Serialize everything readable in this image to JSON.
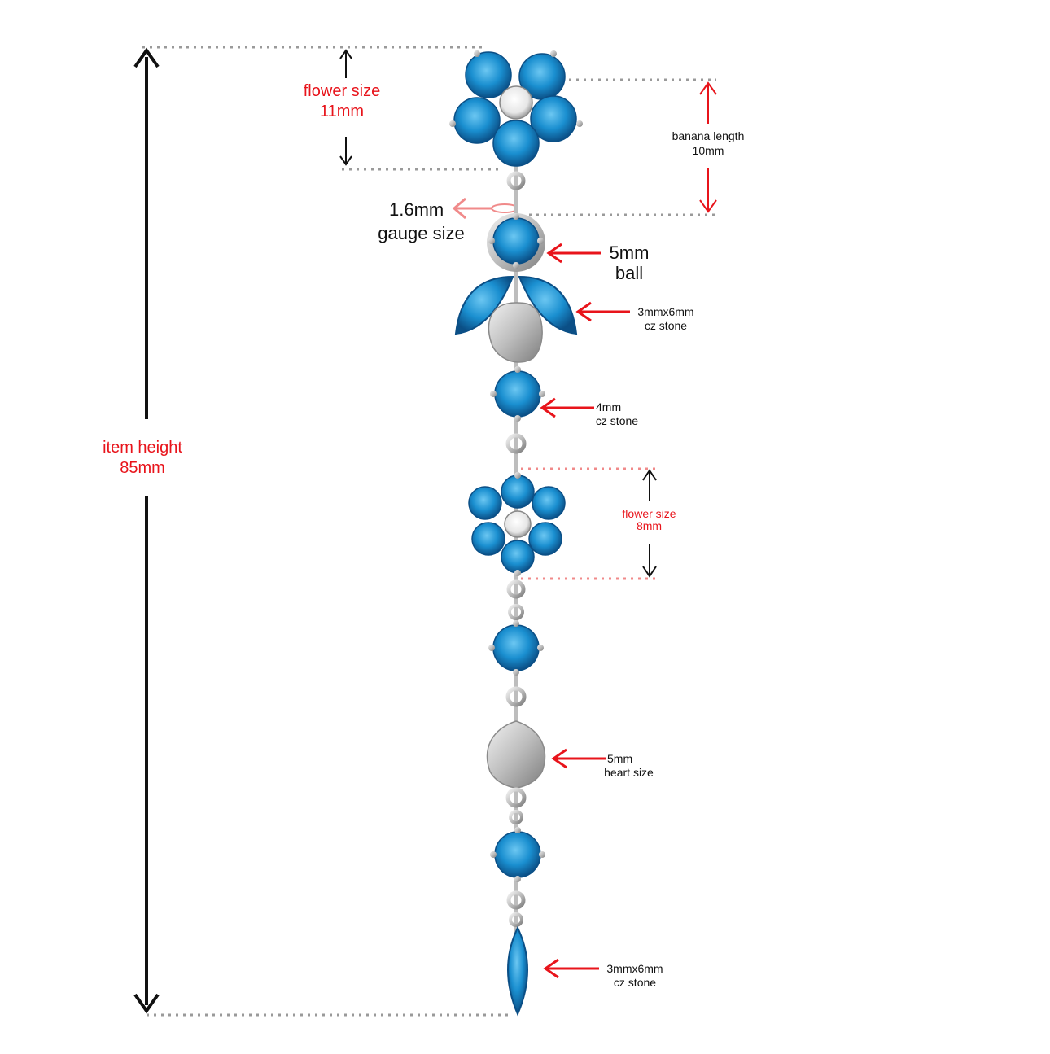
{
  "colors": {
    "gem": "#1a8fd0",
    "gem_dark": "#0b4f86",
    "gem_light": "#6cc7f2",
    "metal": "#c9c9c9",
    "metal_dark": "#8a8a8a",
    "accent_red": "#e8141b",
    "accent_pink": "#f08a8a",
    "dimension_line": "#999999"
  },
  "labels": {
    "flower_top": {
      "line1": "flower size",
      "line2": "11mm"
    },
    "banana": {
      "line1": "banana length",
      "line2": "10mm"
    },
    "gauge": {
      "line1": "1.6mm",
      "line2": "gauge size"
    },
    "ball": {
      "line1": "5mm",
      "line2": "ball"
    },
    "marquise_top": {
      "line1": "3mmx6mm",
      "line2": "cz stone"
    },
    "stone_4mm": {
      "line1": "4mm",
      "line2": "cz stone"
    },
    "item_height": {
      "line1": "item height",
      "line2": "85mm"
    },
    "flower_mid": {
      "line1": "flower size",
      "line2": "8mm"
    },
    "heart": {
      "line1": "5mm",
      "line2": "heart size"
    },
    "marquise_bottom": {
      "line1": "3mmx6mm",
      "line2": "cz stone"
    }
  }
}
